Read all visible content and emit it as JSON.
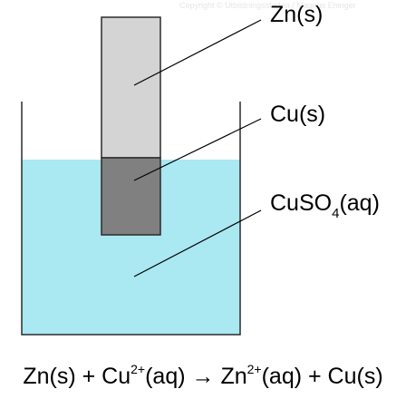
{
  "copyright": "Copyright © Utbildningsstaden / Magnus Ehinger",
  "labels": {
    "zn": "Zn(s)",
    "cu": "Cu(s)",
    "cuso4_main": "CuSO",
    "cuso4_sub": "4",
    "cuso4_tail": "(aq)"
  },
  "equation": {
    "part1": "Zn(s) + Cu",
    "sup1": "2+",
    "part2": "(aq) → Zn",
    "sup2": "2+",
    "part3": "(aq) + Cu(s)"
  },
  "colors": {
    "solution": "#aae8f2",
    "zinc_strip": "#d4d4d4",
    "copper_deposit": "#818081",
    "outline": "#2b2b2b"
  }
}
